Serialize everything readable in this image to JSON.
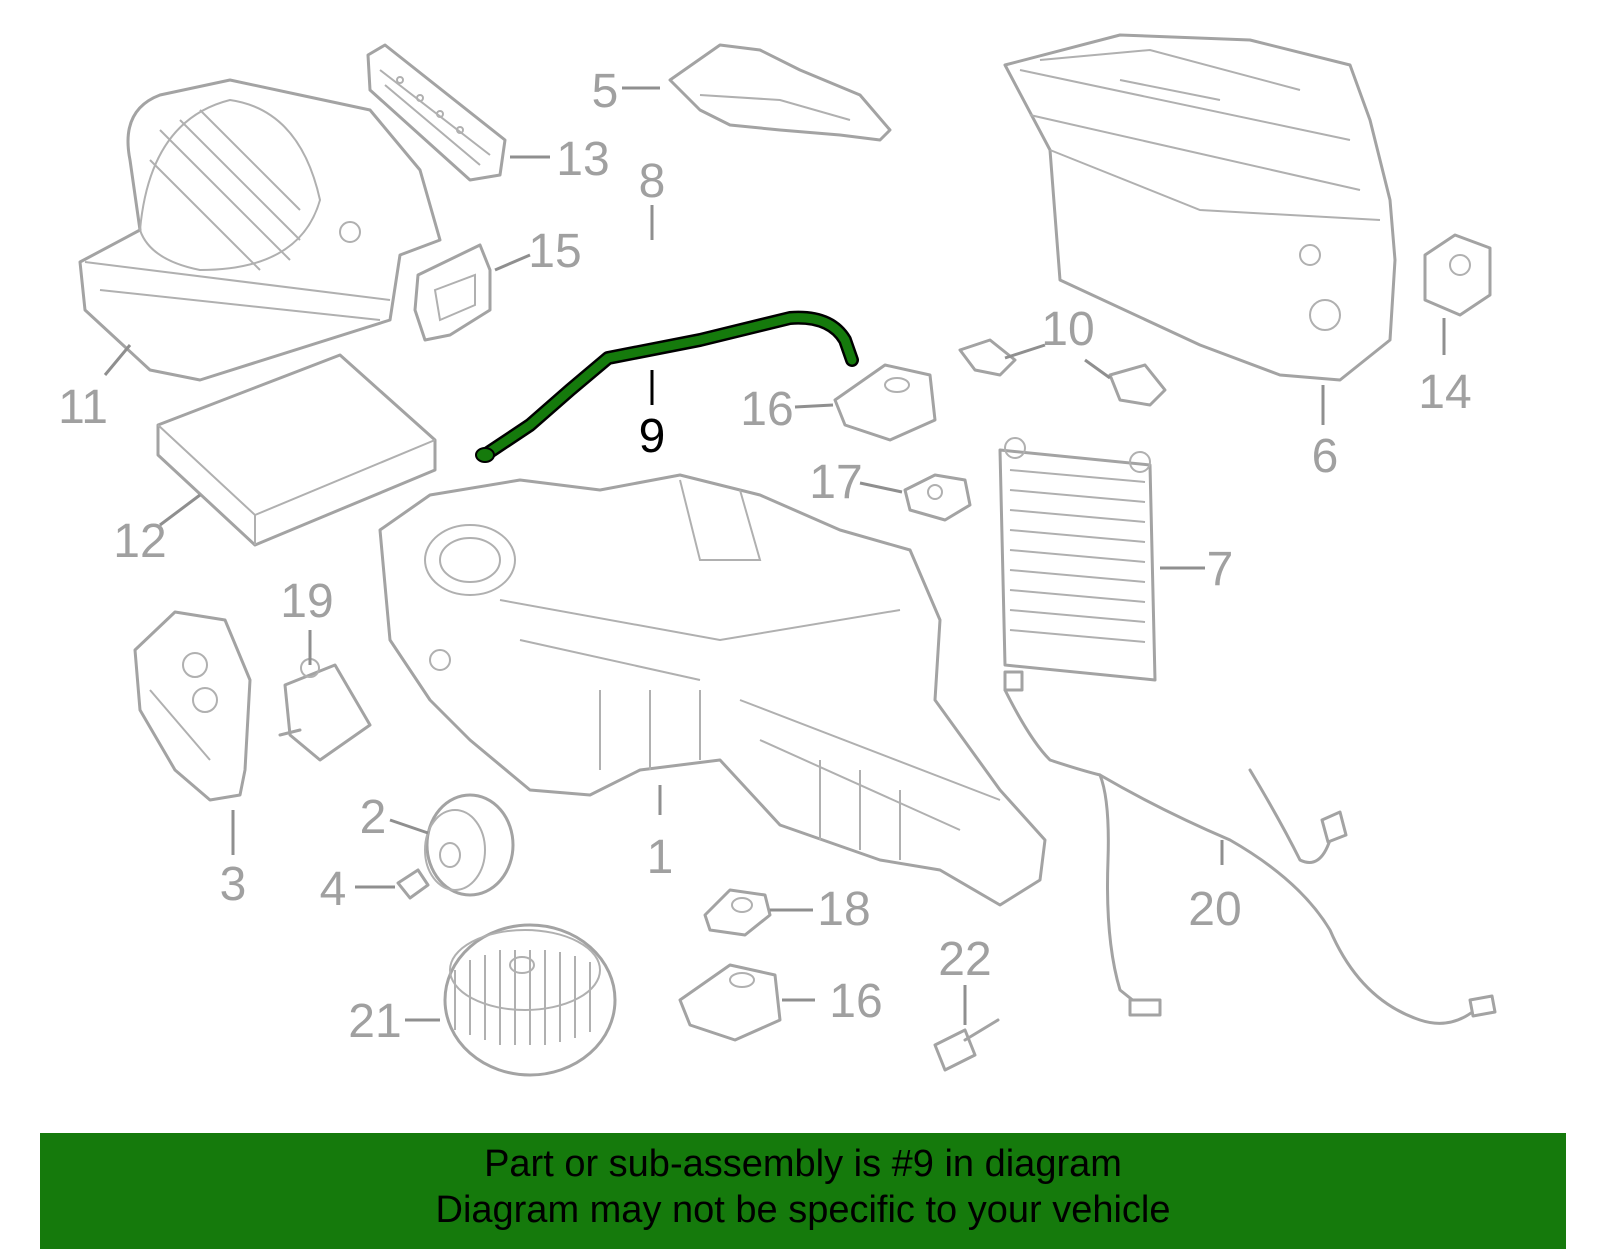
{
  "diagram": {
    "highlight_part": "9",
    "highlight_color": "#157a0c",
    "callouts": [
      {
        "id": "c1",
        "label": "1"
      },
      {
        "id": "c2",
        "label": "2"
      },
      {
        "id": "c3",
        "label": "3"
      },
      {
        "id": "c4",
        "label": "4"
      },
      {
        "id": "c5",
        "label": "5"
      },
      {
        "id": "c6",
        "label": "6"
      },
      {
        "id": "c7",
        "label": "7"
      },
      {
        "id": "c8",
        "label": "8"
      },
      {
        "id": "c9",
        "label": "9"
      },
      {
        "id": "c10",
        "label": "10"
      },
      {
        "id": "c11",
        "label": "11"
      },
      {
        "id": "c12",
        "label": "12"
      },
      {
        "id": "c13",
        "label": "13"
      },
      {
        "id": "c14",
        "label": "14"
      },
      {
        "id": "c15",
        "label": "15"
      },
      {
        "id": "c16a",
        "label": "16"
      },
      {
        "id": "c16b",
        "label": "16"
      },
      {
        "id": "c17",
        "label": "17"
      },
      {
        "id": "c18",
        "label": "18"
      },
      {
        "id": "c19",
        "label": "19"
      },
      {
        "id": "c20",
        "label": "20"
      },
      {
        "id": "c21",
        "label": "21"
      },
      {
        "id": "c22",
        "label": "22"
      }
    ]
  },
  "banner": {
    "line1": "Part or sub-assembly is #9 in diagram",
    "line2": "Diagram may not be specific to your vehicle",
    "background": "#157a0c"
  }
}
